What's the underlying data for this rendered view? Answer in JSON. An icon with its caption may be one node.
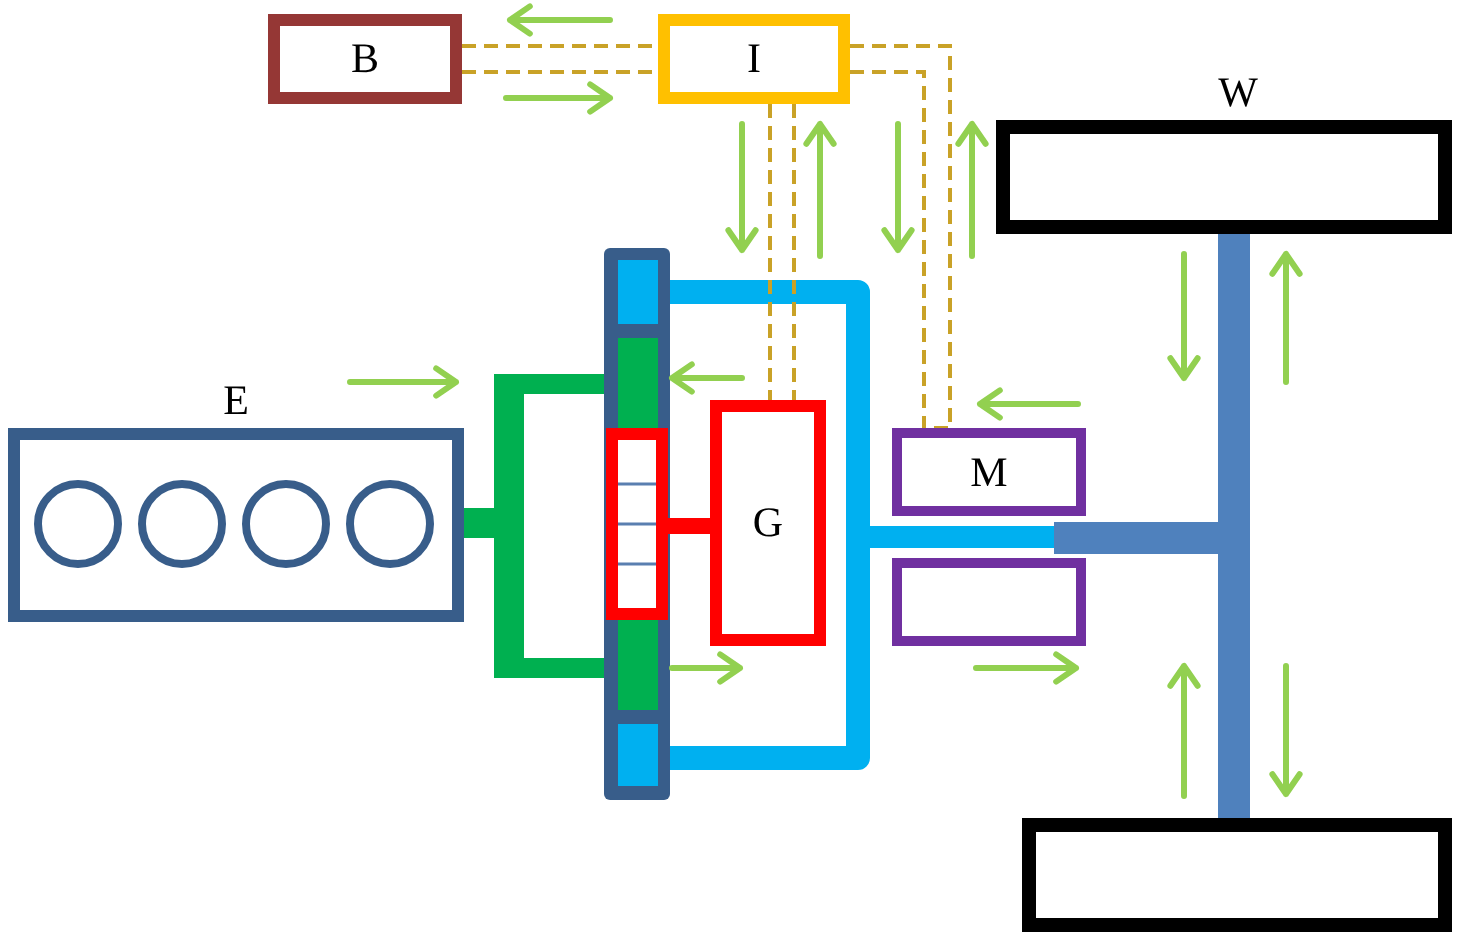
{
  "diagram": {
    "nodes": [
      {
        "text": [
          "B"
        ]
      },
      {
        "text": [
          "I"
        ]
      },
      {
        "text": [
          "W"
        ]
      },
      {
        "text": [
          "E"
        ]
      },
      {
        "text": [
          "G"
        ]
      },
      {
        "text": [
          "M"
        ]
      },
      {
        "text": [],
        "shape": "box"
      },
      {
        "text": [],
        "shape": "box"
      }
    ],
    "edges": [
      {
        "from": 0,
        "to": 1,
        "arrow": "none",
        "style": "dashed"
      },
      {
        "from": 1,
        "to": 4,
        "arrow": "none",
        "style": "dashed"
      },
      {
        "from": 1,
        "to": 5,
        "arrow": "none",
        "style": "dashed"
      },
      {
        "from": 2,
        "to": 7,
        "arrow": "none",
        "style": "thick",
        "color": "#4f81bd"
      }
    ]
  }
}
